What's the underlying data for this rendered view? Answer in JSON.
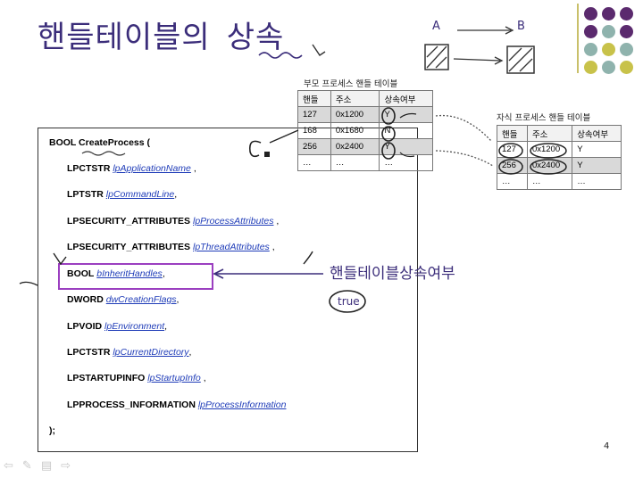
{
  "slide": {
    "title": "핸들테이블의",
    "title_accent": "상속",
    "page_number": "4"
  },
  "diagram": {
    "label_a": "A",
    "label_b": "B"
  },
  "code": {
    "header": "BOOL CreateProcess (",
    "params": [
      {
        "type": "LPCTSTR",
        "name": "lpApplicationName",
        "sep": " ,"
      },
      {
        "type": "LPTSTR",
        "name": "lpCommandLine",
        "sep": ","
      },
      {
        "type": "LPSECURITY_ATTRIBUTES",
        "name": "lpProcessAttributes",
        "sep": " ,"
      },
      {
        "type": "LPSECURITY_ATTRIBUTES",
        "name": "lpThreadAttributes",
        "sep": " ,"
      },
      {
        "type": "BOOL",
        "name": "bInheritHandles",
        "sep": ","
      },
      {
        "type": "DWORD",
        "name": "dwCreationFlags",
        "sep": ","
      },
      {
        "type": "LPVOID",
        "name": "lpEnvironment",
        "sep": ","
      },
      {
        "type": "LPCTSTR",
        "name": "lpCurrentDirectory",
        "sep": ","
      },
      {
        "type": "LPSTARTUPINFO",
        "name": "lpStartupInfo",
        "sep": " ,"
      },
      {
        "type": "LPPROCESS_INFORMATION",
        "name": "lpProcessInformation",
        "sep": ""
      }
    ],
    "footer": ");"
  },
  "parent_table": {
    "caption": "부모 프로세스 핸들 테이블",
    "headers": [
      "핸들",
      "주소",
      "상속여부"
    ],
    "rows": [
      [
        "127",
        "0x1200",
        "Y"
      ],
      [
        "168",
        "0x1680",
        "N"
      ],
      [
        "256",
        "0x2400",
        "Y"
      ],
      [
        "…",
        "…",
        "…"
      ]
    ]
  },
  "child_table": {
    "caption": "자식 프로세스 핸들 테이블",
    "headers": [
      "핸들",
      "주소",
      "상속여부"
    ],
    "rows": [
      [
        "127",
        "0x1200",
        "Y"
      ],
      [
        "256",
        "0x2400",
        "Y"
      ],
      [
        "…",
        "…",
        "…"
      ]
    ]
  },
  "annotation": {
    "text": "핸들테이블상속여부",
    "handwritten_label": "true"
  },
  "colors": {
    "title": "#3b2d7a",
    "param_link": "#1f3cb8",
    "highlight_box": "#9b3fc0",
    "dots_purple": "#5b2a6e",
    "dots_teal": "#8fb3ad",
    "dots_olive": "#c8c24a"
  }
}
